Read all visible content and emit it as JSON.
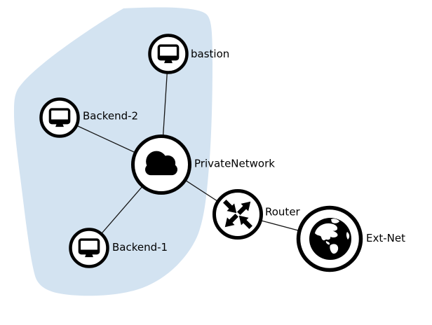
{
  "diagram": {
    "type": "network-topology",
    "colors": {
      "canvas": "#ffffff",
      "zone": "#d3e3f1",
      "node-fill": "#ffffff",
      "node-border": "#000000",
      "edge": "#151515",
      "label": "#000000"
    },
    "zone": {
      "id": "private-zone"
    },
    "nodes": [
      {
        "id": "bastion",
        "label": "bastion",
        "icon": "monitor-icon"
      },
      {
        "id": "backend-2",
        "label": "Backend-2",
        "icon": "monitor-icon"
      },
      {
        "id": "private-network",
        "label": "PrivateNetwork",
        "icon": "cloud-icon"
      },
      {
        "id": "backend-1",
        "label": "Backend-1",
        "icon": "monitor-icon"
      },
      {
        "id": "router",
        "label": "Router",
        "icon": "router-icon"
      },
      {
        "id": "ext-net",
        "label": "Ext-Net",
        "icon": "globe-icon"
      }
    ],
    "edges": [
      {
        "from": "bastion",
        "to": "PrivateNetwork"
      },
      {
        "from": "Backend-2",
        "to": "PrivateNetwork"
      },
      {
        "from": "Backend-1",
        "to": "PrivateNetwork"
      },
      {
        "from": "PrivateNetwork",
        "to": "Router"
      },
      {
        "from": "Router",
        "to": "Ext-Net"
      }
    ]
  }
}
